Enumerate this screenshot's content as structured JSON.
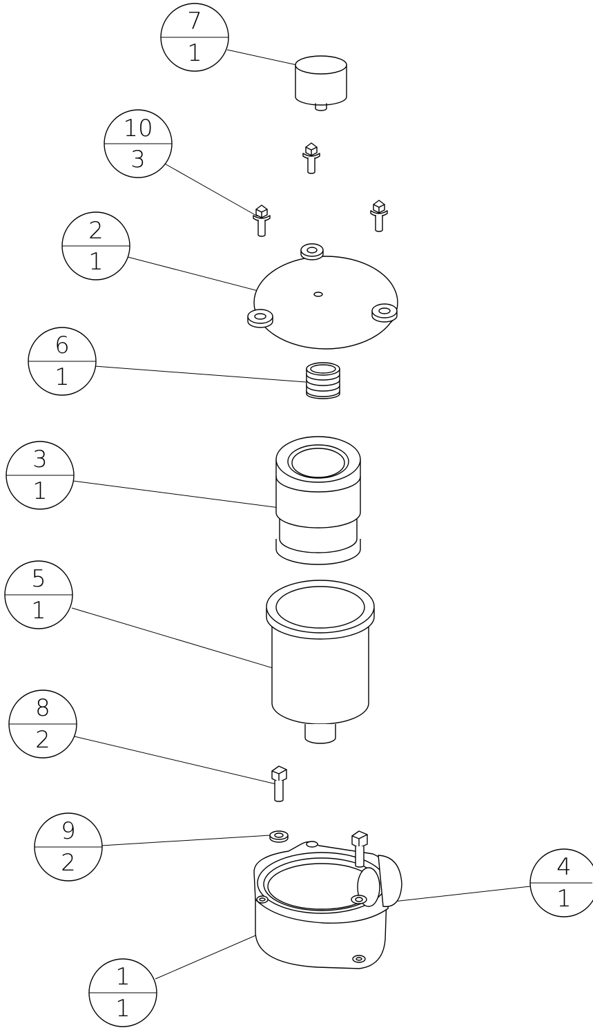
{
  "balloons": [
    {
      "id": "b7",
      "item": "7",
      "qty": "1"
    },
    {
      "id": "b10",
      "item": "10",
      "qty": "3"
    },
    {
      "id": "b2",
      "item": "2",
      "qty": "1"
    },
    {
      "id": "b6",
      "item": "6",
      "qty": "1"
    },
    {
      "id": "b3",
      "item": "3",
      "qty": "1"
    },
    {
      "id": "b5",
      "item": "5",
      "qty": "1"
    },
    {
      "id": "b8",
      "item": "8",
      "qty": "2"
    },
    {
      "id": "b9",
      "item": "9",
      "qty": "2"
    },
    {
      "id": "b4",
      "item": "4",
      "qty": "1"
    },
    {
      "id": "b1",
      "item": "1",
      "qty": "1"
    }
  ]
}
